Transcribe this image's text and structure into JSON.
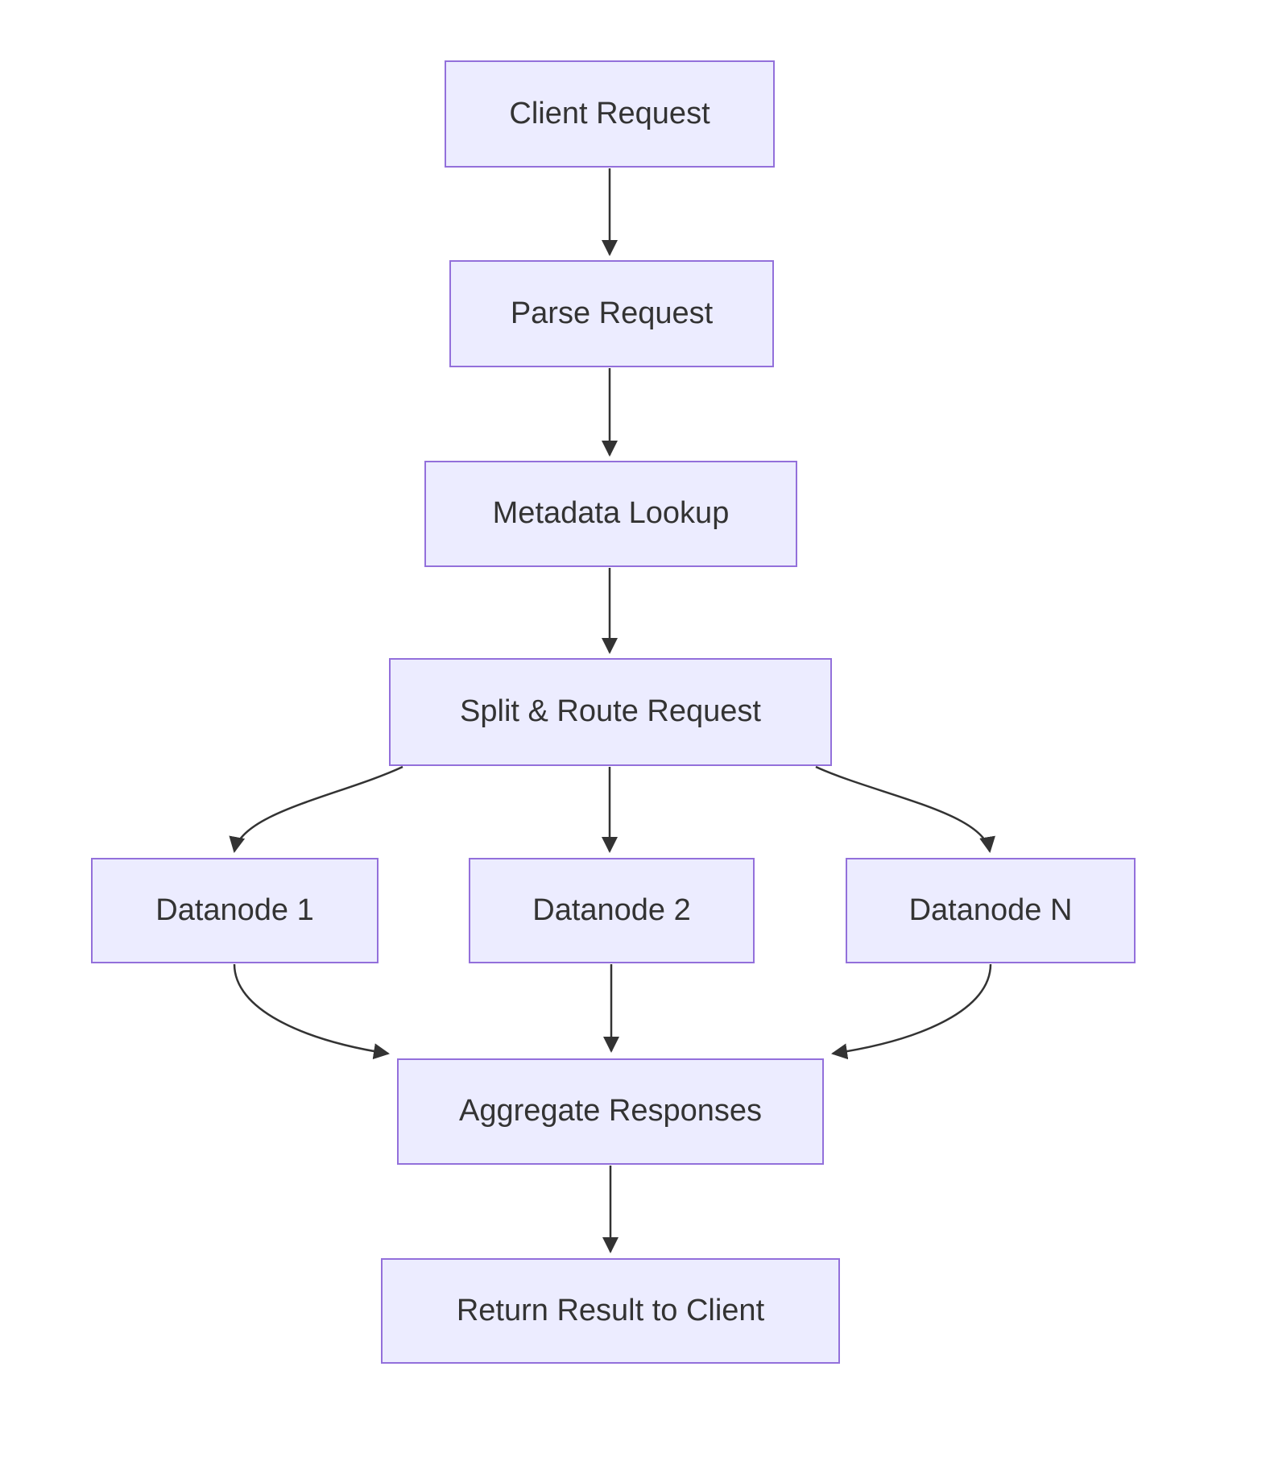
{
  "diagram": {
    "type": "flowchart",
    "direction": "top-down",
    "background_color": "#FFFFFF",
    "colors": {
      "node_fill": "#ECECFF",
      "node_border": "#9370DB",
      "edge_stroke": "#333333",
      "text": "#333333"
    },
    "nodes": [
      {
        "id": "client",
        "label": "Client Request"
      },
      {
        "id": "parse",
        "label": "Parse Request"
      },
      {
        "id": "metadata",
        "label": "Metadata Lookup"
      },
      {
        "id": "split",
        "label": "Split & Route Request"
      },
      {
        "id": "datanode1",
        "label": "Datanode 1"
      },
      {
        "id": "datanode2",
        "label": "Datanode 2"
      },
      {
        "id": "datanodeN",
        "label": "Datanode N"
      },
      {
        "id": "aggregate",
        "label": "Aggregate Responses"
      },
      {
        "id": "return",
        "label": "Return Result to Client"
      }
    ],
    "edges": [
      {
        "from": "client",
        "to": "parse"
      },
      {
        "from": "parse",
        "to": "metadata"
      },
      {
        "from": "metadata",
        "to": "split"
      },
      {
        "from": "split",
        "to": "datanode1"
      },
      {
        "from": "split",
        "to": "datanode2"
      },
      {
        "from": "split",
        "to": "datanodeN"
      },
      {
        "from": "datanode1",
        "to": "aggregate"
      },
      {
        "from": "datanode2",
        "to": "aggregate"
      },
      {
        "from": "datanodeN",
        "to": "aggregate"
      },
      {
        "from": "aggregate",
        "to": "return"
      }
    ]
  }
}
